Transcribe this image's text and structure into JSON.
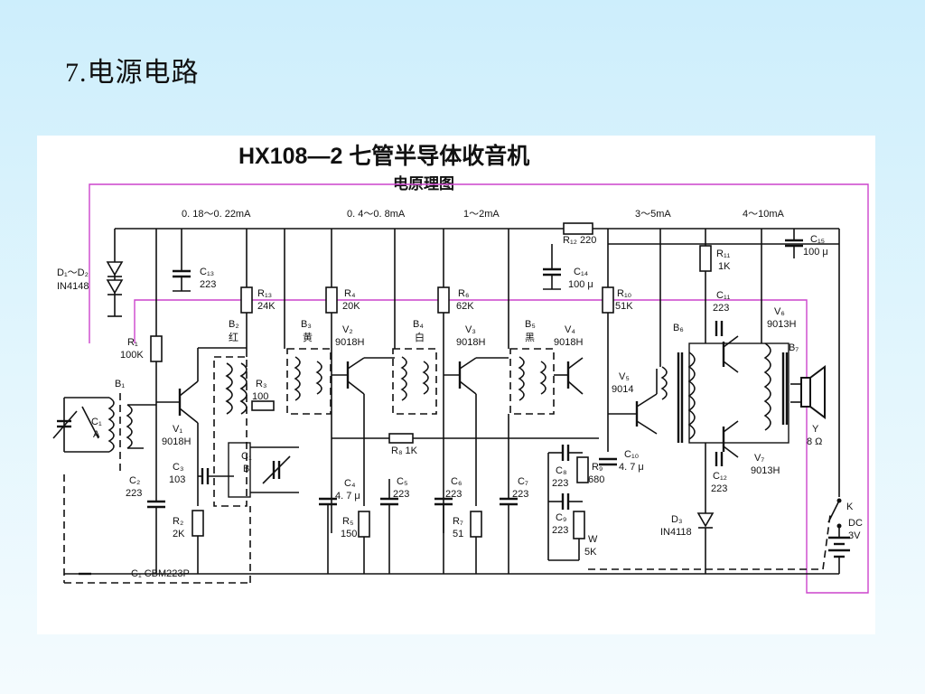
{
  "slide": {
    "title": "7.电源电路"
  },
  "diagram": {
    "title": "HX108—2  七管半导体收音机",
    "subtitle": "电原理图",
    "currents": [
      "0. 18～0. 22mA",
      "0. 4～0. 8mA",
      "1～2mA",
      "3～5mA",
      "4～10mA"
    ],
    "components": {
      "d1d2": "D₁～D₂",
      "in4148": "IN4148",
      "r1": "R₁",
      "r1v": "100K",
      "c13": "C₁₃",
      "c13v": "223",
      "r13": "R₁₃",
      "r13v": "24K",
      "b2": "B₂",
      "b2c": "红",
      "b3": "B₃",
      "b3c": "黄",
      "r4": "R₄",
      "r4v": "20K",
      "v2": "V₂",
      "v2v": "9018H",
      "b4": "B₄",
      "b4c": "白",
      "r6": "R₆",
      "r6v": "62K",
      "v3": "V₃",
      "v3v": "9018H",
      "b5": "B₅",
      "b5c": "黑",
      "v4": "V₄",
      "v4v": "9018H",
      "c14": "C₁₄",
      "c14v": "100 μ",
      "r12": "R₁₂  220",
      "r10": "R₁₀",
      "r10v": "51K",
      "r11": "R₁₁",
      "r11v": "1K",
      "c15": "C₁₅",
      "c15v": "100 μ",
      "c11": "C₁₁",
      "c11v": "223",
      "v6": "V₆",
      "v6v": "9013H",
      "b6": "B₆",
      "b7": "B₇",
      "b1": "B₁",
      "c1a": "C₁",
      "c1a2": "A",
      "v1": "V₁",
      "v1v": "9018H",
      "r3": "R₃",
      "r3v": "100",
      "c1b": "C₁",
      "c1b2": "B",
      "c3": "C₃",
      "c3v": "103",
      "c2": "C₂",
      "c2v": "223",
      "r2": "R₂",
      "r2v": "2K",
      "r8": "R₈  1K",
      "c4": "C₄",
      "c4v": "4. 7 μ",
      "c5": "C₅",
      "c5v": "223",
      "r5": "R₅",
      "r5v": "150",
      "c6": "C₆",
      "c6v": "223",
      "r7": "R₇",
      "r7v": "51",
      "c7": "C₇",
      "c7v": "223",
      "c8": "C₈",
      "c8v": "223",
      "r9": "R₉",
      "r9v": "680",
      "c9": "C₉",
      "c9v": "223",
      "w": "W",
      "wv": "5K",
      "v5": "V₅",
      "v5v": "9014",
      "c10": "C₁₀",
      "c10v": "4. 7 μ",
      "d3": "D₃",
      "d3v": "IN4118",
      "c12": "C₁₂",
      "c12v": "223",
      "v7": "V₇",
      "v7v": "9013H",
      "y": "Y",
      "yv": "8 Ω",
      "k": "K",
      "dc": "DC",
      "dcv": "3V",
      "c1cbm": "C₁  CBM223P"
    }
  }
}
